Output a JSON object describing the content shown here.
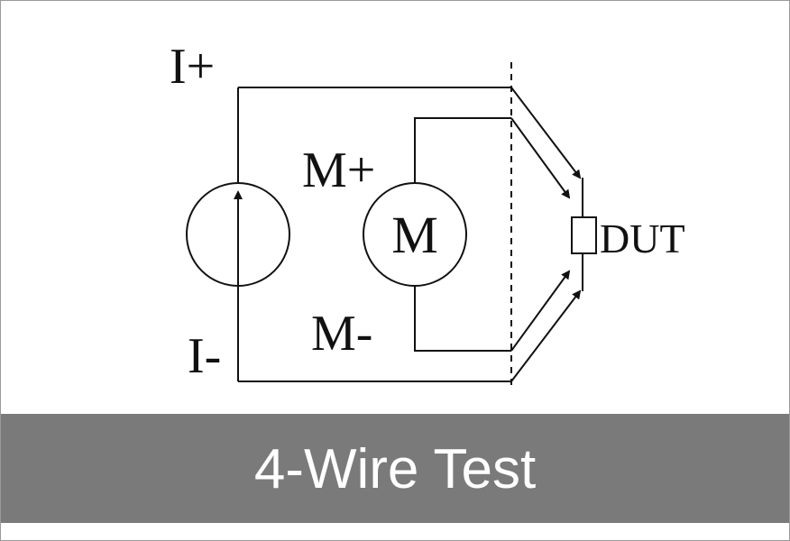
{
  "diagram": {
    "labels": {
      "i_plus": "I+",
      "i_minus": "I-",
      "m_plus": "M+",
      "m_minus": "M-",
      "meter": "M",
      "dut": "DUT"
    }
  },
  "footer": {
    "title": "4-Wire Test"
  },
  "colors": {
    "line": "#111111",
    "footer_background": "#7a7a7a",
    "footer_text": "#ffffff"
  }
}
